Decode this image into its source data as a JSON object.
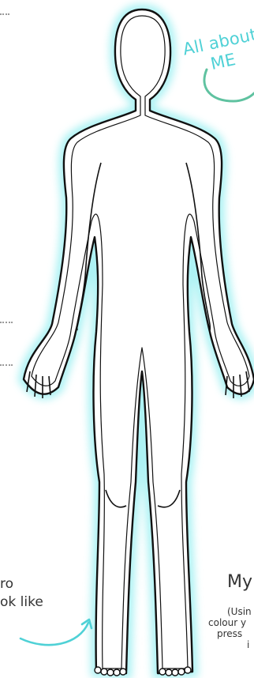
{
  "title": {
    "line1": "All about",
    "line2": "ME"
  },
  "left_caption": {
    "line1": "ro",
    "line2": "ok like"
  },
  "right_caption": {
    "heading": "My",
    "line1": "(Usin",
    "line2": "colour y",
    "line3": "press ",
    "line4": "i"
  },
  "colors": {
    "accent": "#4fd1d6",
    "arrow_green": "#5fc2a0",
    "outline": "#111111",
    "glow": "#9ff0f2"
  },
  "icons": {
    "top_arrow": "curved-arrow-icon",
    "bottom_arrow": "curved-arrow-icon"
  }
}
